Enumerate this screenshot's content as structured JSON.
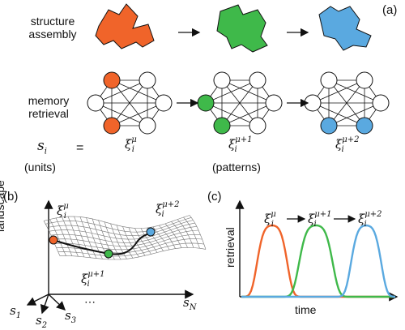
{
  "panel_a": {
    "label": "(a)",
    "row1_label_line1": "structure",
    "row1_label_line2": "assembly",
    "row2_label_line1": "memory",
    "row2_label_line2": "retrieval",
    "units_symbol": "s",
    "units_subscript": "i",
    "equals": "=",
    "units_caption": "(units)",
    "patterns_caption": "(patterns)",
    "patterns": [
      {
        "base": "ξ",
        "sub": "i",
        "sup": "μ",
        "color": "#f0642a"
      },
      {
        "base": "ξ",
        "sub": "i",
        "sup": "μ+1",
        "color": "#3fb94a"
      },
      {
        "base": "ξ",
        "sub": "i",
        "sup": "μ+2",
        "color": "#5aa9e0"
      }
    ]
  },
  "panel_b": {
    "label": "(b)",
    "ylabel": "landscape",
    "pattern_top_left": {
      "base": "ξ",
      "sub": "i",
      "sup": "μ"
    },
    "pattern_top_right": {
      "base": "ξ",
      "sub": "i",
      "sup": "μ+2"
    },
    "pattern_bottom": {
      "base": "ξ",
      "sub": "i",
      "sup": "μ+1"
    },
    "axis_s1": {
      "base": "s",
      "sub": "1"
    },
    "axis_s2": {
      "base": "s",
      "sub": "2"
    },
    "axis_s3": {
      "base": "s",
      "sub": "3"
    },
    "axis_sN": {
      "base": "s",
      "sub": "N"
    },
    "dots": "⋯"
  },
  "panel_c": {
    "label": "(c)",
    "ylabel": "retrieval",
    "xlabel": "time",
    "patterns": [
      {
        "base": "ξ",
        "sub": "i",
        "sup": "μ"
      },
      {
        "base": "ξ",
        "sub": "i",
        "sup": "μ+1"
      },
      {
        "base": "ξ",
        "sub": "i",
        "sup": "μ+2"
      }
    ],
    "colors": [
      "#f0642a",
      "#3fb94a",
      "#5aa9e0"
    ]
  }
}
